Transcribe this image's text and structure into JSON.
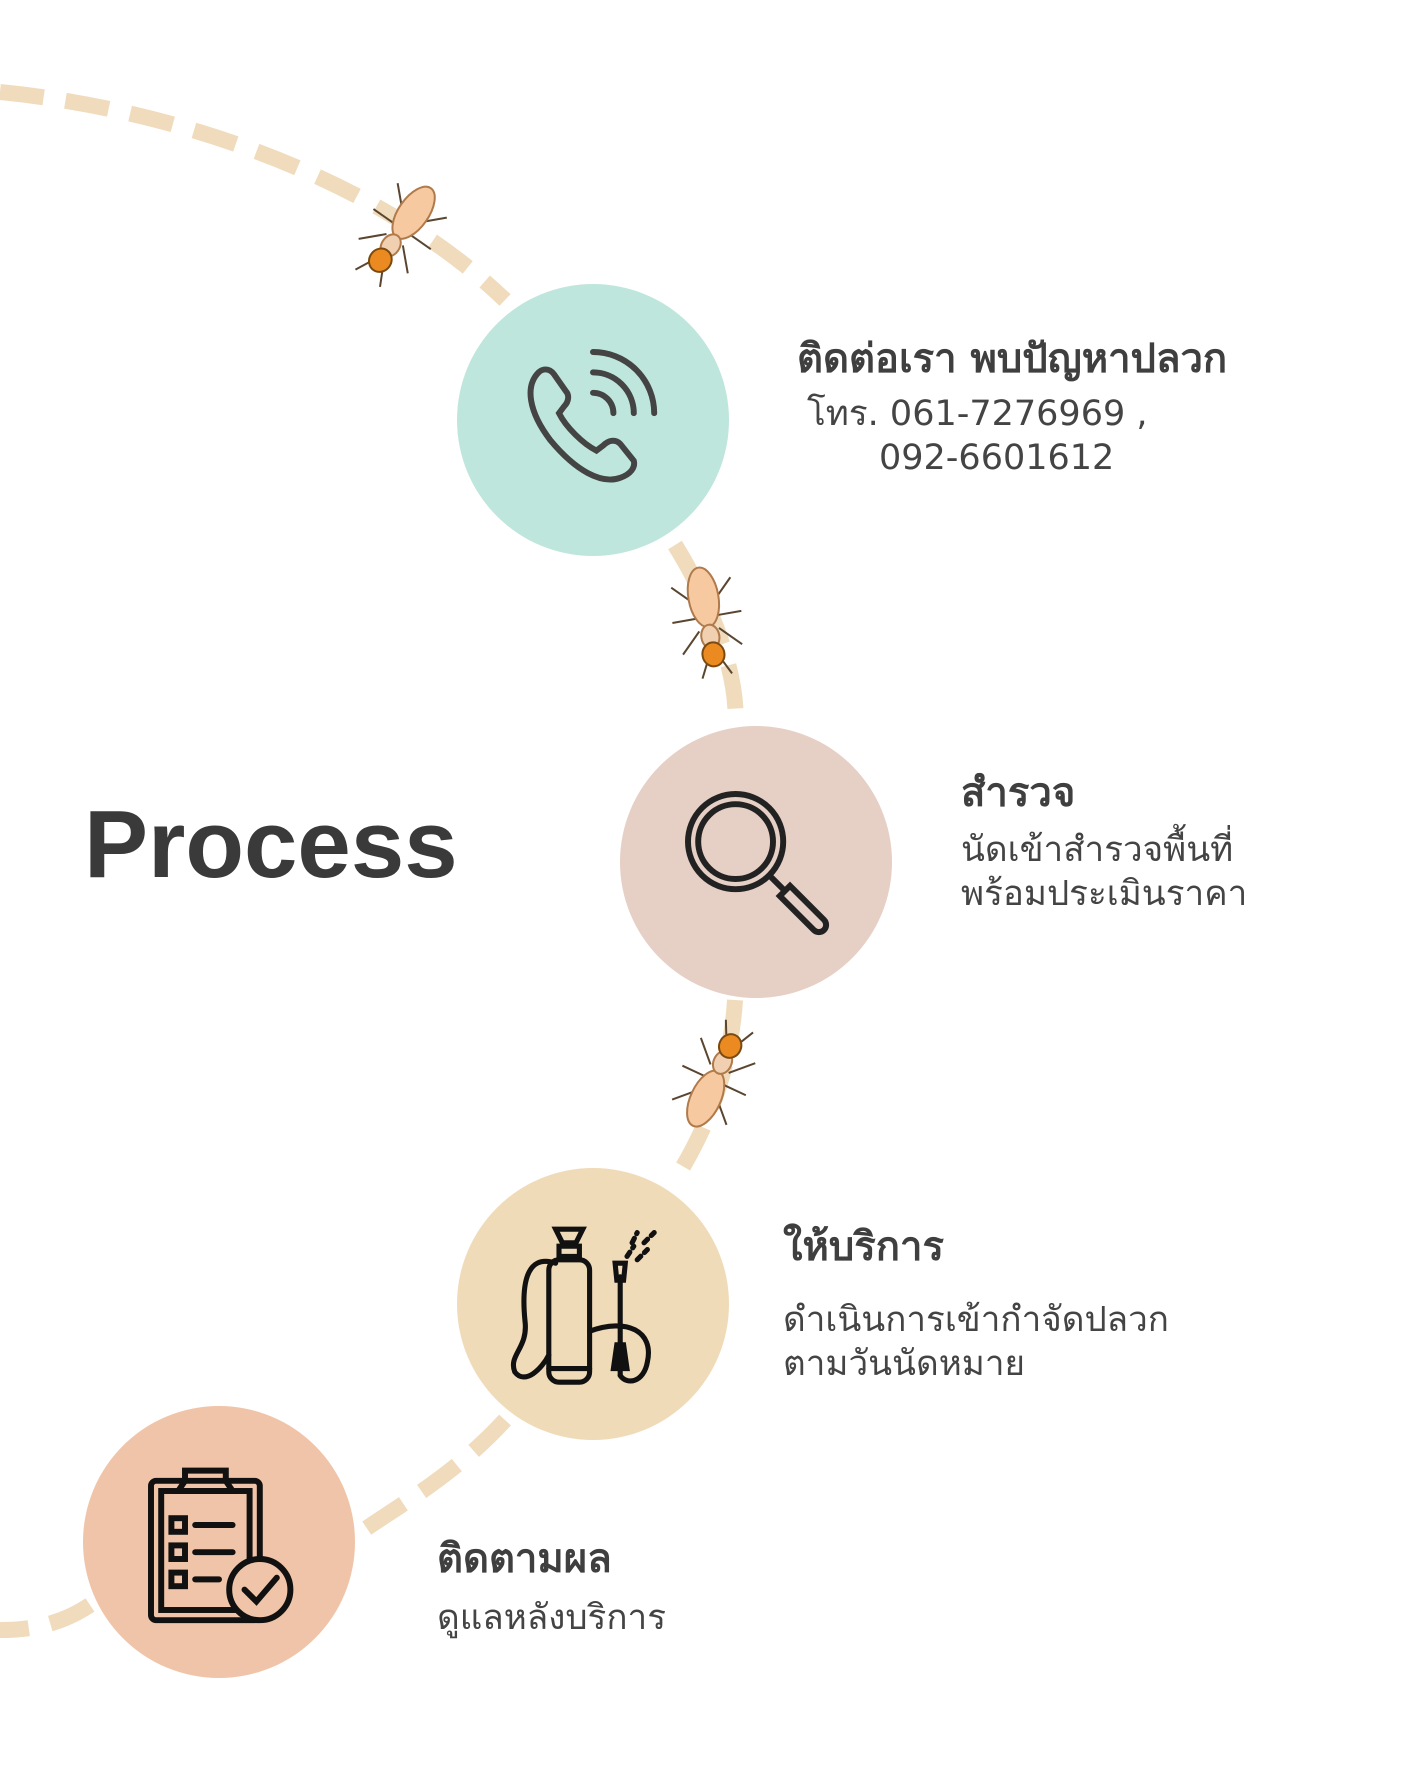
{
  "heading": "Process",
  "colors": {
    "path": "#f0dcbc",
    "step1": "#bfe6dc",
    "step2": "#e6cfc4",
    "step3": "#f0dbb8",
    "step4": "#f0c4a8",
    "text": "#3f3f3f"
  },
  "steps": [
    {
      "title": "ติดต่อเรา พบปัญหาปลวก",
      "lines": [
        "โทร. 061-7276969 ,",
        "092-6601612"
      ],
      "icon": "phone-icon"
    },
    {
      "title": "สำรวจ",
      "lines": [
        "นัดเข้าสำรวจพื้นที่",
        "พร้อมประเมินราคา"
      ],
      "icon": "magnifier-icon"
    },
    {
      "title": "ให้บริการ",
      "lines": [
        "ดำเนินการเข้ากำจัดปลวก",
        "ตามวันนัดหมาย"
      ],
      "icon": "sprayer-icon"
    },
    {
      "title": "ติดตามผล",
      "lines": [
        "ดูแลหลังบริการ"
      ],
      "icon": "clipboard-check-icon"
    }
  ]
}
